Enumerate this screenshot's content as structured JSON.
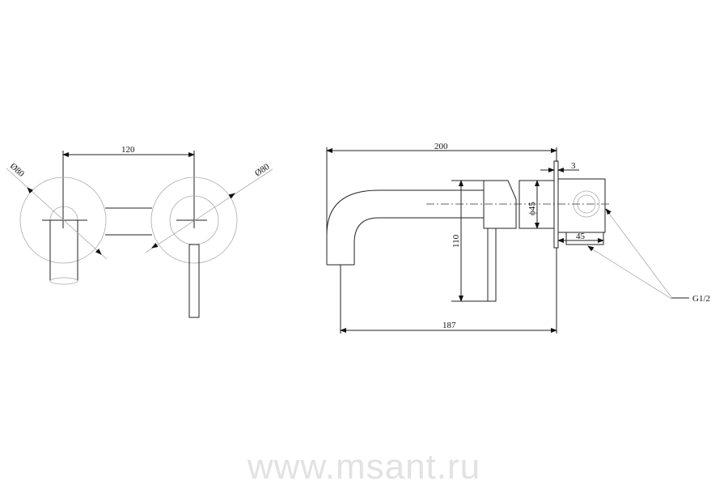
{
  "front_view": {
    "spacing_label": "120",
    "left_diameter_label": "Ø80",
    "right_diameter_label": "Ø80"
  },
  "side_view": {
    "overall_length_label": "200",
    "projection_label": "187",
    "height_label": "110",
    "body_diameter_label": "ϕ45",
    "plate_thickness_label": "3",
    "box_depth_label": "45",
    "thread_label": "G1/2"
  },
  "watermark": "www.msant.ru"
}
